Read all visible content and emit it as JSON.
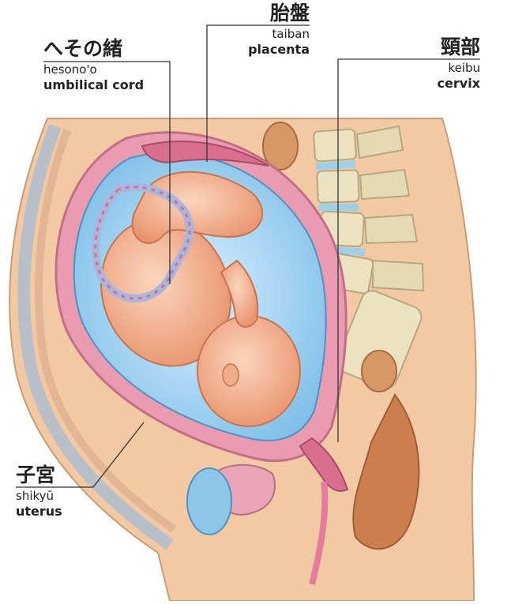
{
  "labels": {
    "umbilical_cord": {
      "japanese": "へその緒",
      "romaji": "hesono'o",
      "english": "umbilical cord"
    },
    "placenta": {
      "japanese": "胎盤",
      "romaji": "taiban",
      "english": "placenta"
    },
    "cervix": {
      "japanese": "頸部",
      "romaji": "keibu",
      "english": "cervix"
    },
    "uterus": {
      "japanese": "子宮",
      "romaji": "shikyū",
      "english": "uterus"
    }
  },
  "colors": {
    "body_skin": "#f3c9a3",
    "uterus_wall": "#e99bb1",
    "amniotic_fluid": "#8cc7ea",
    "fetus": "#f1a983",
    "spine_vertebra": "#ebe2c2",
    "intervertebral_disc": "#9fd0ea",
    "organs": "#cd8a55",
    "leader_line": "#333333"
  }
}
